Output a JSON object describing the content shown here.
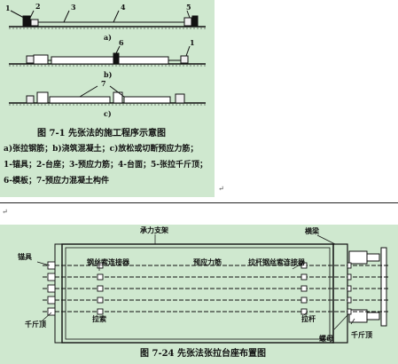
{
  "figure1": {
    "labels": {
      "n1": "1",
      "n2": "2",
      "n3": "3",
      "n4": "4",
      "n5": "5",
      "n6": "6",
      "n7": "7",
      "n1b": "1"
    },
    "step_labels": [
      "a)",
      "b)",
      "c)"
    ],
    "title": "图 7-1   先张法的施工程序示意图",
    "caption_lines": [
      "a)张拉钢筋；b)浇筑混凝土；c)放松或切断预应力筋；",
      "1-锚具；2-台座；3-预应力筋；4-台面；5-张拉千斤顶；",
      "6-模板；7-预应力混凝土构件"
    ],
    "return_mark": "↵"
  },
  "figure2": {
    "labels": {
      "bearing_frame": "承力支架",
      "crossbeam": "横梁",
      "anchor": "锚具",
      "strand_connector": "钢丝索连接器",
      "tendon": "预应力筋",
      "rod_connector": "拉杆钢丝索连接器",
      "jack_left": "千斤顶",
      "cable": "拉索",
      "rod": "拉杆",
      "nut": "螺母",
      "jack_right": "千斤顶"
    },
    "title": "图 7-24   先张法张拉台座布置图"
  },
  "return_mark_top": "↵"
}
